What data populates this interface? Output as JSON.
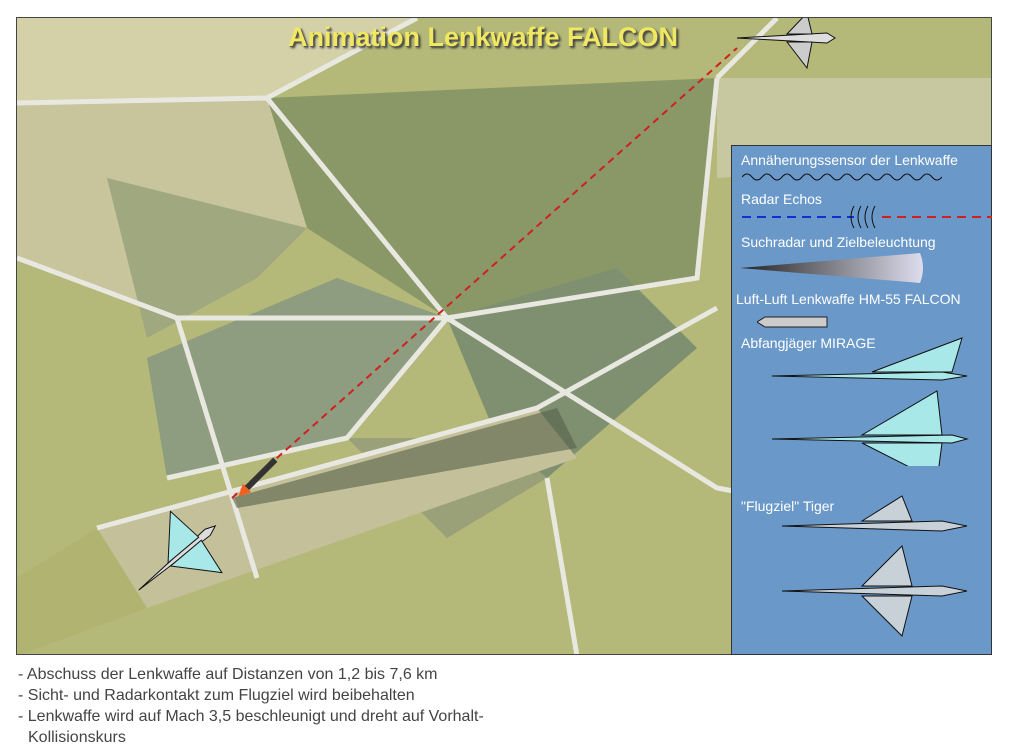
{
  "title": "Animation Lenkwaffe FALCON",
  "legend": {
    "proximity_sensor": "Annäherungssensor der Lenkwaffe",
    "radar_echos": "Radar Echos",
    "search_radar": "Suchradar und Zielbeleuchtung",
    "missile": "Luft-Luft Lenkwaffe HM-55 FALCON",
    "interceptor": "Abfangjäger MIRAGE",
    "target": "\"Flugziel\" Tiger"
  },
  "notes": [
    "- Abschuss der Lenkwaffe auf Distanzen von 1,2 bis 7,6 km",
    "- Sicht- und Radarkontakt zum Flugziel wird beibehalten",
    "- Lenkwaffe wird auf Mach 3,5 beschleunigt und dreht auf Vorhalt-",
    "Kollisionskurs"
  ],
  "colors": {
    "legend_bg": "#6a98c8",
    "title": "#f0e860",
    "radar_blue": "#1030d0",
    "radar_red": "#d02020"
  }
}
